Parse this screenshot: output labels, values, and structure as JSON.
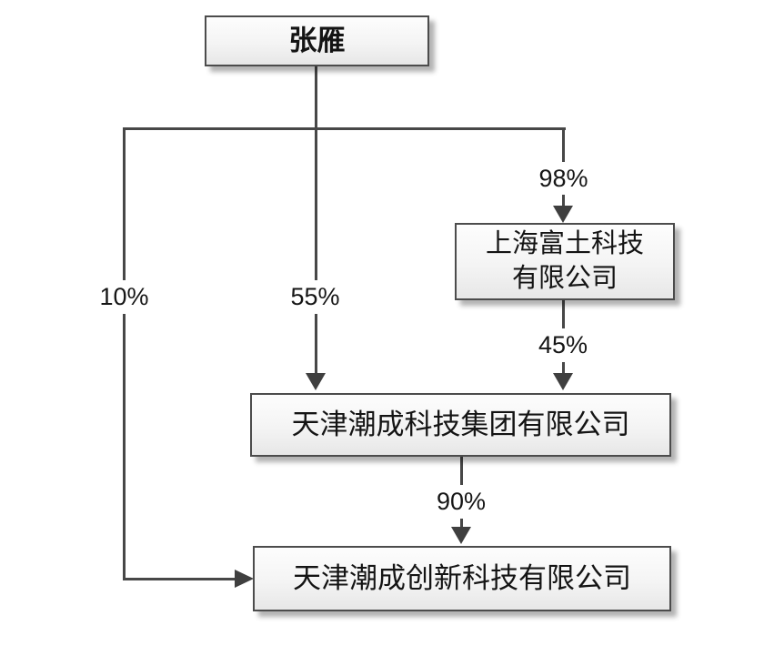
{
  "diagram": {
    "type": "org-equity-structure",
    "colors": {
      "background": "#ffffff",
      "box_border": "#4c4c4c",
      "box_fill_top": "#fdfdfd",
      "box_fill_bottom": "#e7e7e7",
      "line": "#474747",
      "arrow": "#3f3f3f",
      "text": "#141414"
    },
    "nodes": [
      {
        "id": "zhangyan",
        "label": "张雁"
      },
      {
        "id": "shanghai-futu-tech",
        "label": "上海富土科技\n有限公司"
      },
      {
        "id": "tianjin-group",
        "label": "天津潮成科技集团有限公司"
      },
      {
        "id": "tianjin-innovation",
        "label": "天津潮成创新科技有限公司"
      }
    ],
    "edges": [
      {
        "from": "zhangyan",
        "to": "shanghai-futu-tech",
        "label": "98%"
      },
      {
        "from": "zhangyan",
        "to": "tianjin-group",
        "label": "55%"
      },
      {
        "from": "zhangyan",
        "to": "tianjin-innovation",
        "label": "10%"
      },
      {
        "from": "shanghai-futu-tech",
        "to": "tianjin-group",
        "label": "45%"
      },
      {
        "from": "tianjin-group",
        "to": "tianjin-innovation",
        "label": "90%"
      }
    ]
  }
}
